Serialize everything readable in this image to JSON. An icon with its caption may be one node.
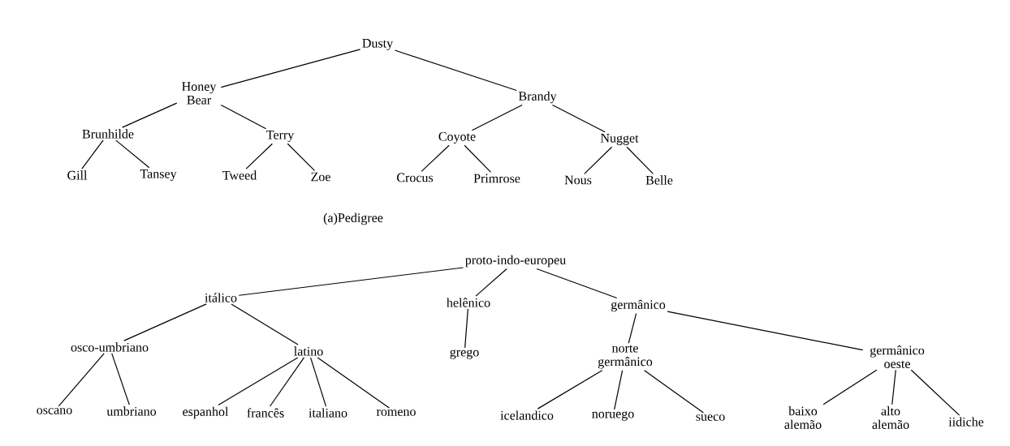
{
  "diagram": {
    "nodes": [
      {
        "text": [
          "Dusty"
        ]
      },
      {
        "text": [
          "Honey Bear"
        ]
      },
      {
        "text": [
          "Brandy"
        ]
      },
      {
        "text": [
          "Brunhilde"
        ]
      },
      {
        "text": [
          "Terry"
        ]
      },
      {
        "text": [
          "Gill"
        ]
      },
      {
        "text": [
          "Tansey"
        ]
      },
      {
        "text": [
          "Tweed"
        ]
      },
      {
        "text": [
          "Zoe"
        ]
      },
      {
        "text": [
          "Coyote"
        ]
      },
      {
        "text": [
          "Nugget"
        ]
      },
      {
        "text": [
          "Crocus"
        ]
      },
      {
        "text": [
          "Primrose"
        ]
      },
      {
        "text": [
          "Nous"
        ]
      },
      {
        "text": [
          "Belle"
        ]
      },
      {
        "text": [
          "proto-indo-europeu"
        ]
      },
      {
        "text": [
          "itálico"
        ]
      },
      {
        "text": [
          "helênico"
        ]
      },
      {
        "text": [
          "germânico"
        ]
      },
      {
        "text": [
          "osco-umbriano"
        ]
      },
      {
        "text": [
          "latino"
        ]
      },
      {
        "text": [
          "grego"
        ]
      },
      {
        "text": [
          "norte germânico"
        ]
      },
      {
        "text": [
          "germânico oeste"
        ]
      },
      {
        "text": [
          "oscano"
        ]
      },
      {
        "text": [
          "umbriano"
        ]
      },
      {
        "text": [
          "espanhol"
        ]
      },
      {
        "text": [
          "francês"
        ]
      },
      {
        "text": [
          "italiano"
        ]
      },
      {
        "text": [
          "romeno"
        ]
      },
      {
        "text": [
          "icelandico"
        ]
      },
      {
        "text": [
          "noruego"
        ]
      },
      {
        "text": [
          "sueco"
        ]
      },
      {
        "text": [
          "baixo alemão"
        ]
      },
      {
        "text": [
          "alto alemão"
        ]
      },
      {
        "text": [
          "iidiche"
        ]
      }
    ],
    "edges": [
      {
        "from": 0,
        "to": 1,
        "arrow": "none"
      },
      {
        "from": 0,
        "to": 2,
        "arrow": "none"
      },
      {
        "from": 1,
        "to": 3,
        "arrow": "none"
      },
      {
        "from": 1,
        "to": 4,
        "arrow": "none"
      },
      {
        "from": 3,
        "to": 5,
        "arrow": "none"
      },
      {
        "from": 3,
        "to": 6,
        "arrow": "none"
      },
      {
        "from": 4,
        "to": 7,
        "arrow": "none"
      },
      {
        "from": 4,
        "to": 8,
        "arrow": "none"
      },
      {
        "from": 2,
        "to": 9,
        "arrow": "none"
      },
      {
        "from": 2,
        "to": 10,
        "arrow": "none"
      },
      {
        "from": 9,
        "to": 11,
        "arrow": "none"
      },
      {
        "from": 9,
        "to": 12,
        "arrow": "none"
      },
      {
        "from": 10,
        "to": 13,
        "arrow": "none"
      },
      {
        "from": 10,
        "to": 14,
        "arrow": "none"
      },
      {
        "from": 15,
        "to": 16,
        "arrow": "none"
      },
      {
        "from": 15,
        "to": 17,
        "arrow": "none"
      },
      {
        "from": 15,
        "to": 18,
        "arrow": "none"
      },
      {
        "from": 16,
        "to": 19,
        "arrow": "none"
      },
      {
        "from": 16,
        "to": 20,
        "arrow": "none"
      },
      {
        "from": 17,
        "to": 21,
        "arrow": "none"
      },
      {
        "from": 18,
        "to": 22,
        "arrow": "none"
      },
      {
        "from": 18,
        "to": 23,
        "arrow": "none"
      },
      {
        "from": 19,
        "to": 24,
        "arrow": "none"
      },
      {
        "from": 19,
        "to": 25,
        "arrow": "none"
      },
      {
        "from": 20,
        "to": 26,
        "arrow": "none"
      },
      {
        "from": 20,
        "to": 27,
        "arrow": "none"
      },
      {
        "from": 20,
        "to": 28,
        "arrow": "none"
      },
      {
        "from": 20,
        "to": 29,
        "arrow": "none"
      },
      {
        "from": 22,
        "to": 30,
        "arrow": "none"
      },
      {
        "from": 22,
        "to": 31,
        "arrow": "none"
      },
      {
        "from": 22,
        "to": 32,
        "arrow": "none"
      },
      {
        "from": 23,
        "to": 33,
        "arrow": "none"
      },
      {
        "from": 23,
        "to": 34,
        "arrow": "none"
      },
      {
        "from": 23,
        "to": 35,
        "arrow": "none"
      }
    ],
    "labels": [
      "(a)Pedigree"
    ]
  }
}
